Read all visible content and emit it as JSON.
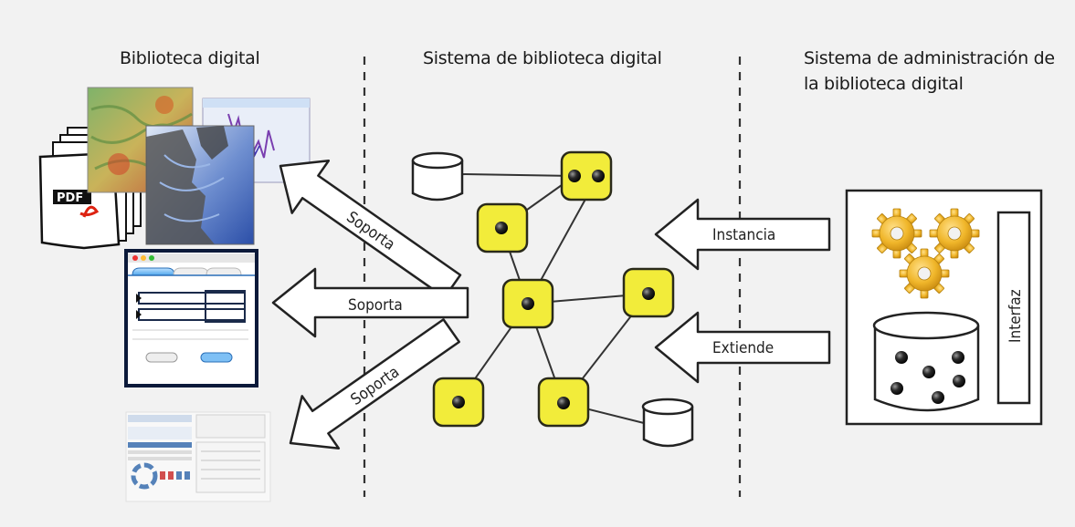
{
  "columns": {
    "left": {
      "title": "Biblioteca digital"
    },
    "middle": {
      "title": "Sistema de biblioteca digital"
    },
    "right": {
      "title_line1": "Sistema de administración de",
      "title_line2": "la biblioteca digital"
    }
  },
  "arrows": {
    "support_top": "Soporta",
    "support_middle": "Soporta",
    "support_bottom": "Soporta",
    "instance": "Instancia",
    "extend": "Extiende"
  },
  "documents": {
    "pdf_label": "PDF"
  },
  "admin_box": {
    "interface_label": "Interfaz"
  },
  "colors": {
    "background": "#f2f2f2",
    "node_fill": "#f2ec3a",
    "node_stroke": "#3a3a1a",
    "gear": "#f0b62a",
    "link": "#333333"
  }
}
